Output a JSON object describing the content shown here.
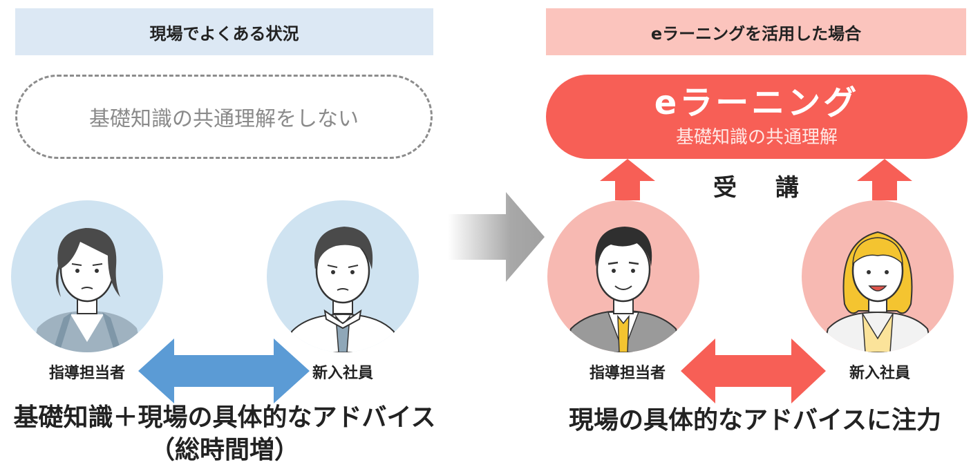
{
  "left_panel": {
    "header": "現場でよくある状況",
    "note": "基礎知識の共通理解をしない",
    "person_a_label": "指導担当者",
    "person_b_label": "新入社員",
    "caption_line1": "基礎知識＋現場の具体的なアドバイス",
    "caption_line2": "（総時間増）"
  },
  "right_panel": {
    "header": "eラーニングを活用した場合",
    "pill_title": "eラーニング",
    "pill_subtitle": "基礎知識の共通理解",
    "action_label": "受 講",
    "person_a_label": "指導担当者",
    "person_b_label": "新入社員",
    "caption": "現場の具体的なアドバイスに注力"
  },
  "colors": {
    "left_header_bg": "#dce8f4",
    "right_header_bg": "#fbc4bd",
    "elearning_red": "#f75f56",
    "blue_arrow": "#5b9bd5",
    "left_avatar_bg": "#cfe3f1",
    "right_avatar_bg": "#f7b9b2",
    "transition_arrow": "#a8a8a8"
  }
}
